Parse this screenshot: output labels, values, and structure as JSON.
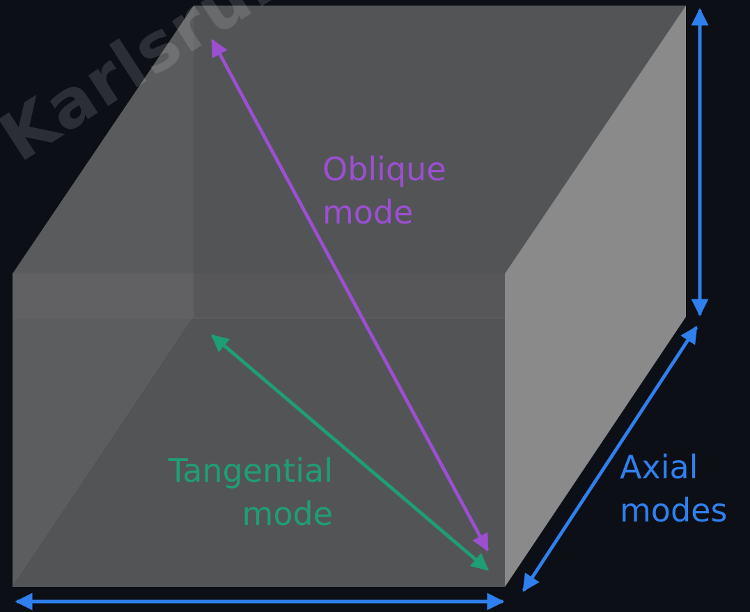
{
  "diagram": {
    "labels": {
      "oblique": {
        "line1": "Oblique",
        "line2": "mode",
        "color": "#9b4fd1"
      },
      "tangential": {
        "line1": "Tangential",
        "line2": "mode",
        "color": "#1f9e76"
      },
      "axial": {
        "line1": "Axial",
        "line2": "modes",
        "color": "#2f80ed"
      }
    },
    "watermark": "Karlsruhe.Co",
    "colors": {
      "background": "#0c0f16",
      "box_back": "#4d4e50",
      "box_top": "#58595b",
      "box_left": "#606163",
      "box_front": "#5a5b5d",
      "box_right": "#8a8a8a",
      "box_floor": "#535456"
    }
  }
}
